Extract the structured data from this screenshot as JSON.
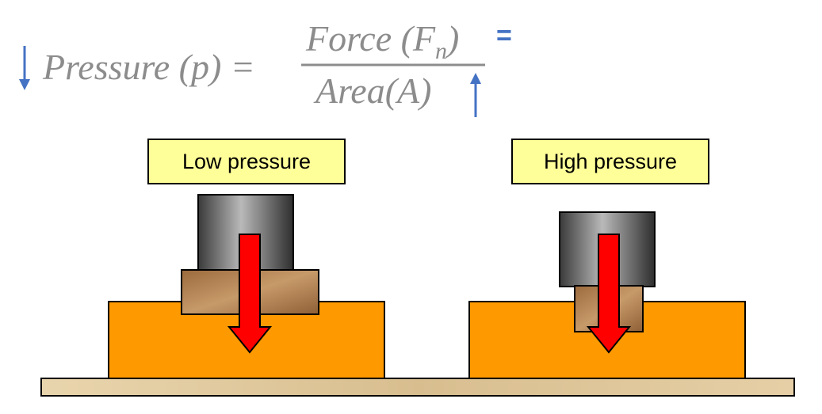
{
  "formula": {
    "lhs": "Pressure (p) =",
    "numerator": "Force (F",
    "numerator_sub": "n",
    "numerator_close": ")",
    "denominator": "Area(A)",
    "trailing_symbol": "="
  },
  "panels": [
    {
      "label": "Low pressure"
    },
    {
      "label": "High pressure"
    }
  ],
  "colors": {
    "formula_text": "#8c8c8c",
    "annotation_blue": "#4472c4",
    "label_fill": "#ffff99",
    "block_orange": "#ff9900",
    "force_arrow_red": "#ff0000",
    "weight_gray": "#6e6e6e",
    "wood": "#b07a4a",
    "floor": "#e6cfa6"
  },
  "icons": {
    "pressure_change": "down-arrow-icon",
    "area_change": "up-arrow-icon",
    "force": "force-arrow-icon"
  }
}
